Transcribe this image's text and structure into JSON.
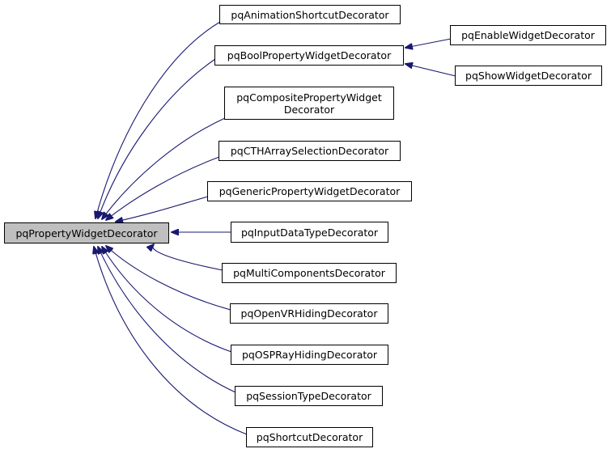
{
  "diagram": {
    "colors": {
      "edge": "#191970",
      "node_border": "#000000",
      "root_fill": "#bfbfbf",
      "node_fill": "#ffffff"
    },
    "root": {
      "label": "pqPropertyWidgetDecorator"
    },
    "nodes": [
      {
        "id": "animation-shortcut",
        "label": "pqAnimationShortcutDecorator"
      },
      {
        "id": "bool-property",
        "label": "pqBoolPropertyWidgetDecorator"
      },
      {
        "id": "composite-property",
        "label": "pqCompositePropertyWidget Decorator",
        "lines": [
          "pqCompositePropertyWidget",
          "Decorator"
        ]
      },
      {
        "id": "cth-array",
        "label": "pqCTHArraySelectionDecorator"
      },
      {
        "id": "generic-property",
        "label": "pqGenericPropertyWidgetDecorator"
      },
      {
        "id": "input-data-type",
        "label": "pqInputDataTypeDecorator"
      },
      {
        "id": "multi-components",
        "label": "pqMultiComponentsDecorator"
      },
      {
        "id": "openvr-hiding",
        "label": "pqOpenVRHidingDecorator"
      },
      {
        "id": "ospray-hiding",
        "label": "pqOSPRayHidingDecorator"
      },
      {
        "id": "session-type",
        "label": "pqSessionTypeDecorator"
      },
      {
        "id": "shortcut",
        "label": "pqShortcutDecorator"
      },
      {
        "id": "enable-widget",
        "label": "pqEnableWidgetDecorator"
      },
      {
        "id": "show-widget",
        "label": "pqShowWidgetDecorator"
      }
    ],
    "edges": [
      {
        "from": "animation-shortcut",
        "to": "root"
      },
      {
        "from": "bool-property",
        "to": "root"
      },
      {
        "from": "composite-property",
        "to": "root"
      },
      {
        "from": "cth-array",
        "to": "root"
      },
      {
        "from": "generic-property",
        "to": "root"
      },
      {
        "from": "input-data-type",
        "to": "root"
      },
      {
        "from": "multi-components",
        "to": "root"
      },
      {
        "from": "openvr-hiding",
        "to": "root"
      },
      {
        "from": "ospray-hiding",
        "to": "root"
      },
      {
        "from": "session-type",
        "to": "root"
      },
      {
        "from": "shortcut",
        "to": "root"
      },
      {
        "from": "enable-widget",
        "to": "bool-property"
      },
      {
        "from": "show-widget",
        "to": "bool-property"
      }
    ]
  }
}
